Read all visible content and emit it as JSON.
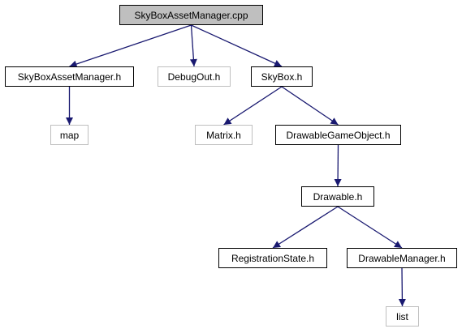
{
  "colors": {
    "edge": "#191970",
    "root_fill": "#bfbfbf",
    "node_border": "#000000",
    "external_border": "#bfbfbf"
  },
  "nodes": {
    "skyboxassetmanager_cpp": "SkyBoxAssetManager.cpp",
    "skyboxassetmanager_h": "SkyBoxAssetManager.h",
    "debugout_h": "DebugOut.h",
    "skybox_h": "SkyBox.h",
    "map": "map",
    "matrix_h": "Matrix.h",
    "drawablegameobject_h": "DrawableGameObject.h",
    "drawable_h": "Drawable.h",
    "registrationstate_h": "RegistrationState.h",
    "drawablemanager_h": "DrawableManager.h",
    "list": "list"
  },
  "edges": [
    [
      "skyboxassetmanager_cpp",
      "skyboxassetmanager_h"
    ],
    [
      "skyboxassetmanager_cpp",
      "debugout_h"
    ],
    [
      "skyboxassetmanager_cpp",
      "skybox_h"
    ],
    [
      "skyboxassetmanager_h",
      "map"
    ],
    [
      "skybox_h",
      "matrix_h"
    ],
    [
      "skybox_h",
      "drawablegameobject_h"
    ],
    [
      "drawablegameobject_h",
      "drawable_h"
    ],
    [
      "drawable_h",
      "registrationstate_h"
    ],
    [
      "drawable_h",
      "drawablemanager_h"
    ],
    [
      "drawablemanager_h",
      "list"
    ]
  ]
}
